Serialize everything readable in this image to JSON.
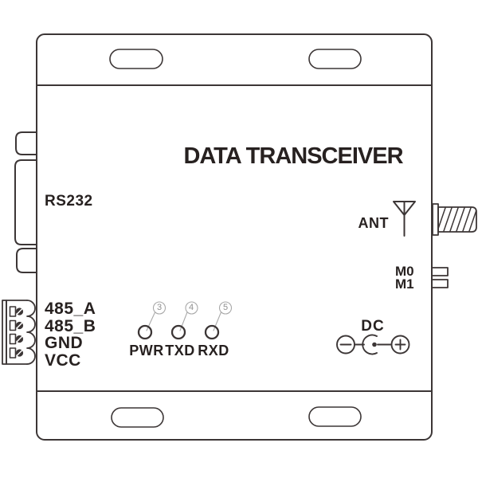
{
  "device": {
    "title": "DATA TRANSCEIVER",
    "labels": {
      "rs232": "RS232",
      "ant": "ANT",
      "dc": "DC",
      "m0": "M0",
      "m1": "M1"
    },
    "terminal_pins": [
      "485_A",
      "485_B",
      "GND",
      "VCC"
    ],
    "leds": [
      {
        "label": "PWR",
        "callout": "3"
      },
      {
        "label": "TXD",
        "callout": "4"
      },
      {
        "label": "RXD",
        "callout": "5"
      }
    ],
    "colors": {
      "line": "#3c3636",
      "text": "#272120",
      "callout_gray": "#9a9a9a",
      "background": "#ffffff"
    }
  }
}
